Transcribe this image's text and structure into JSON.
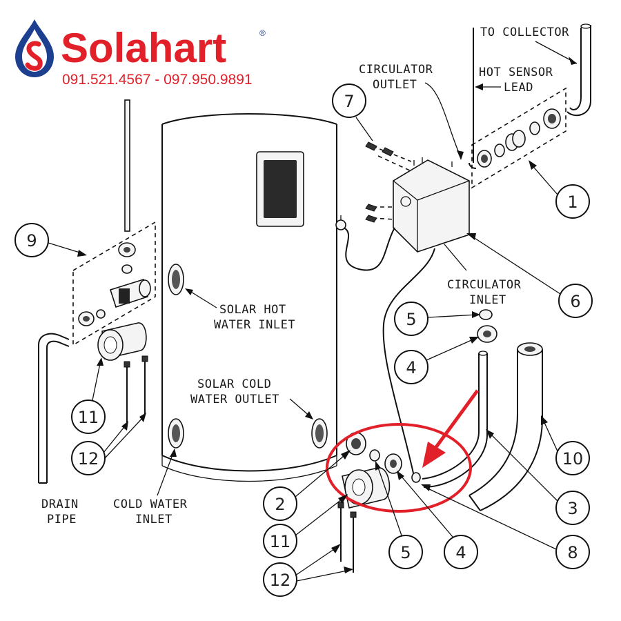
{
  "brand": {
    "name_part1": "Sola",
    "name_part2": "hart",
    "registered": "®",
    "phone": "091.521.4567 - 097.950.9891",
    "accent_color": "#e2202a",
    "logo_icon": "water-drop-s-icon"
  },
  "labels": {
    "to_collector": "TO COLLECTOR",
    "circulator_outlet": [
      "CIRCULATOR",
      "OUTLET"
    ],
    "hot_sensor_lead": [
      "HOT SENSOR",
      "LEAD"
    ],
    "circulator_inlet": [
      "CIRCULATOR",
      "INLET"
    ],
    "solar_hot_water_inlet": [
      "SOLAR HOT",
      "WATER INLET"
    ],
    "solar_cold_water_outlet": [
      "SOLAR COLD",
      "WATER OUTLET"
    ],
    "drain_pipe": [
      "DRAIN",
      "PIPE"
    ],
    "cold_water_inlet": [
      "COLD WATER",
      "INLET"
    ]
  },
  "callouts": {
    "c1": "1",
    "c2": "2",
    "c3": "3",
    "c4a": "4",
    "c4b": "4",
    "c5a": "5",
    "c5b": "5",
    "c6": "6",
    "c7": "7",
    "c8": "8",
    "c9": "9",
    "c10": "10",
    "c11a": "11",
    "c11b": "11",
    "c12a": "12",
    "c12b": "12"
  },
  "highlight": {
    "color": "#e2202a",
    "shape": "ellipse",
    "arrow": "red-arrow-pointing-to-part-8"
  }
}
